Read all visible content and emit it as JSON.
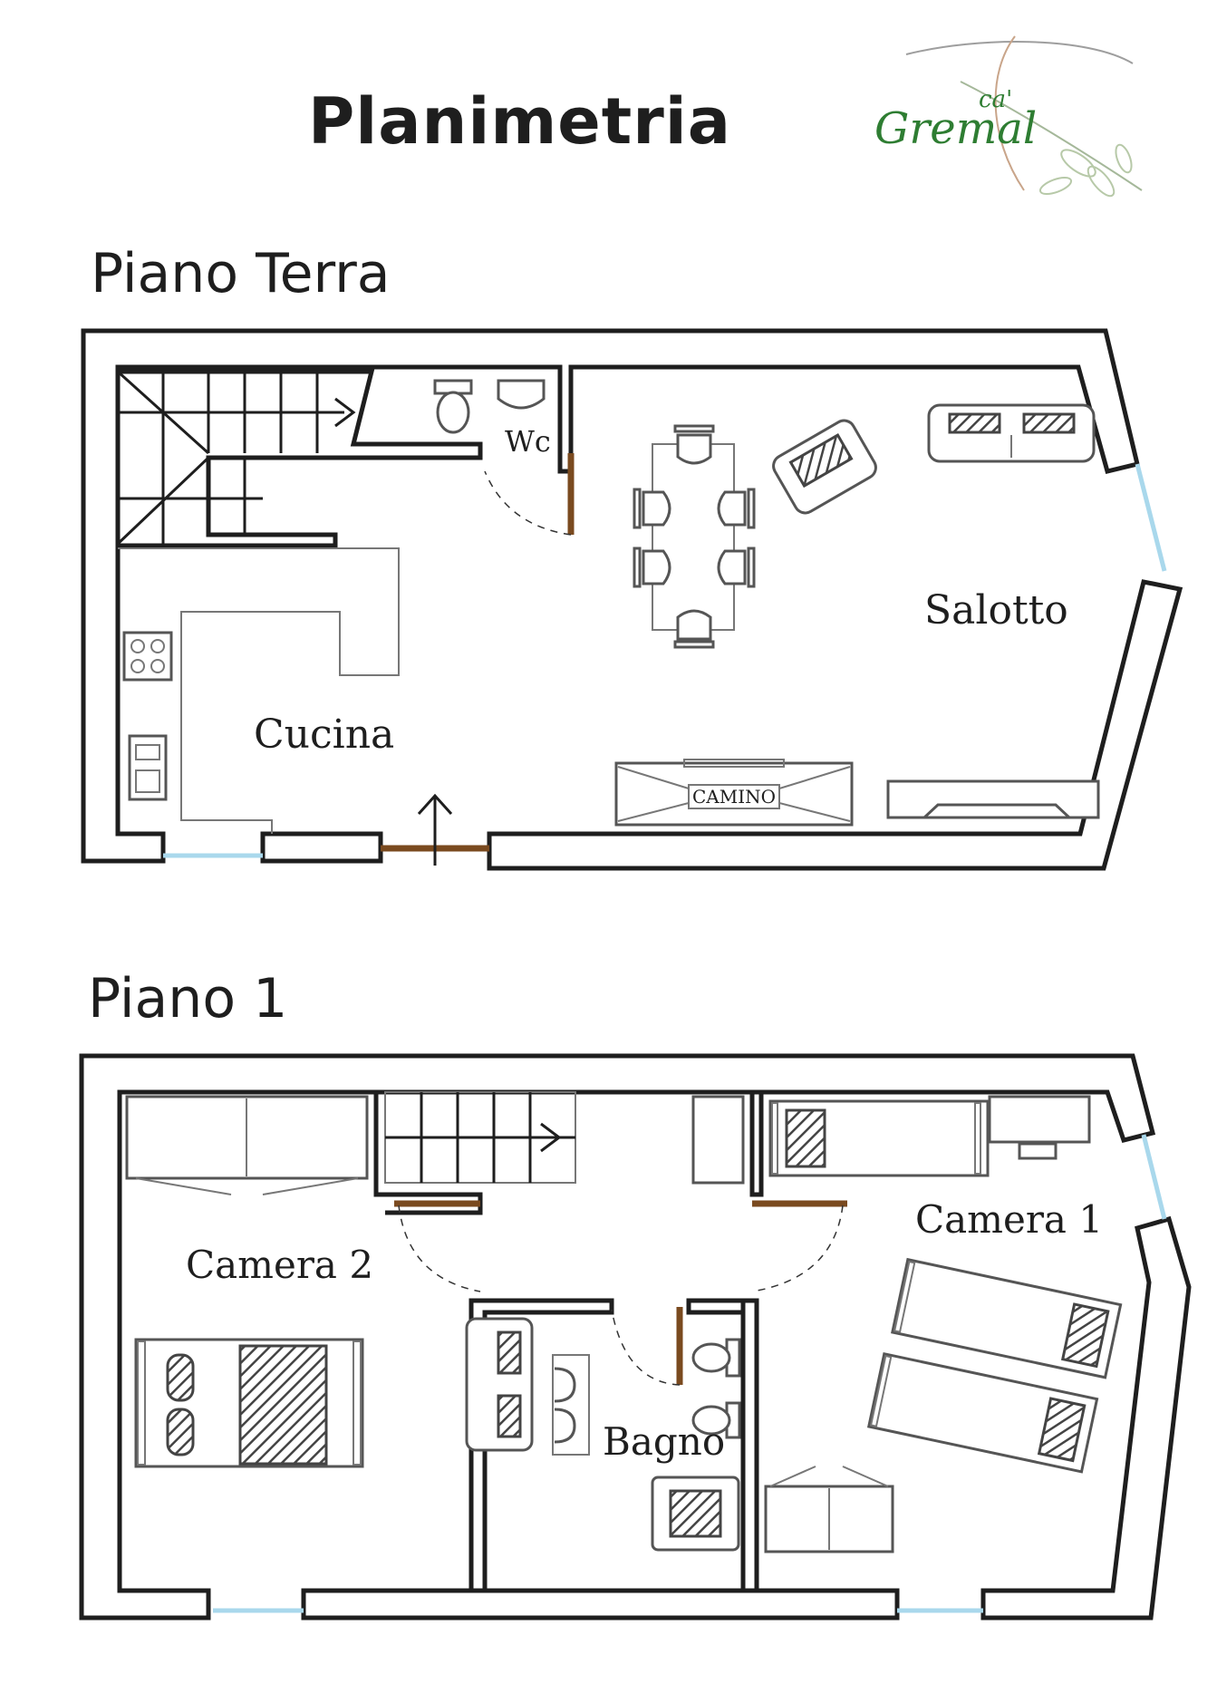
{
  "header": {
    "title": "Planimetria",
    "logo": {
      "line1": "ca'",
      "line2": "Gremal",
      "icon": "olive-branch-icon",
      "color": "#2e7d32"
    }
  },
  "floors": [
    {
      "title": "Piano Terra",
      "rooms": {
        "wc": "Wc",
        "salotto": "Salotto",
        "cucina": "Cucina"
      },
      "fixtures": {
        "fireplace_label": "CAMINO"
      }
    },
    {
      "title": "Piano 1",
      "rooms": {
        "camera1": "Camera 1",
        "camera2": "Camera 2",
        "bagno": "Bagno"
      }
    }
  ],
  "colors": {
    "wall": "#1e1e1e",
    "door": "#7a4a1f",
    "window": "#a9d8ec",
    "furniture": "#555555"
  }
}
